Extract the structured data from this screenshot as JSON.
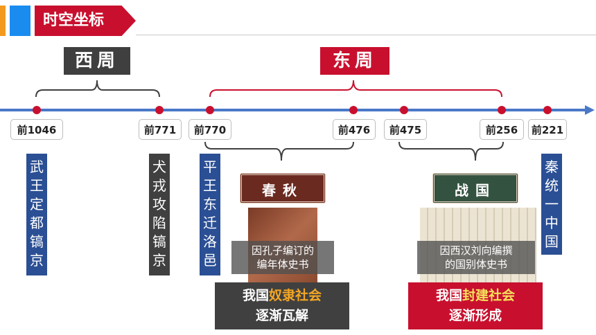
{
  "header": {
    "title": "时空坐标"
  },
  "periods": {
    "xizhou": "西周",
    "dongzhou": "东周"
  },
  "years": [
    "前1046",
    "前771",
    "前770",
    "前476",
    "前475",
    "前256",
    "前221"
  ],
  "events": {
    "xizhou_start": [
      "武",
      "王",
      "定",
      "都",
      "镐",
      "京"
    ],
    "xizhou_end": [
      "犬",
      "戎",
      "攻",
      "陷",
      "镐",
      "京"
    ],
    "dongzhou_start": [
      "平",
      "王",
      "东",
      "迁",
      "洛",
      "邑"
    ],
    "qin_unify": [
      "秦",
      "统",
      "一",
      "中",
      "国"
    ]
  },
  "subperiods": {
    "chunqiu": "春秋",
    "zhanguo": "战国"
  },
  "captions": {
    "chunqiu": [
      "因孔子编订的",
      "编年体史书"
    ],
    "zhanguo": [
      "因西汉刘向编撰",
      "的国别体史书"
    ]
  },
  "summaries": {
    "left": {
      "prefix": "我国",
      "highlight": "奴隶社会",
      "line2": "逐渐瓦解",
      "highlight_color": "#f5a623"
    },
    "right": {
      "prefix": "我国",
      "highlight": "封建社会",
      "line2": "逐渐形成",
      "highlight_color": "#f5e05a"
    }
  },
  "colors": {
    "accent_red": "#c8102e",
    "timeline_blue": "#4a78c8",
    "dark_gray": "#3f3f3f",
    "event_blue": "#2b4f94"
  }
}
